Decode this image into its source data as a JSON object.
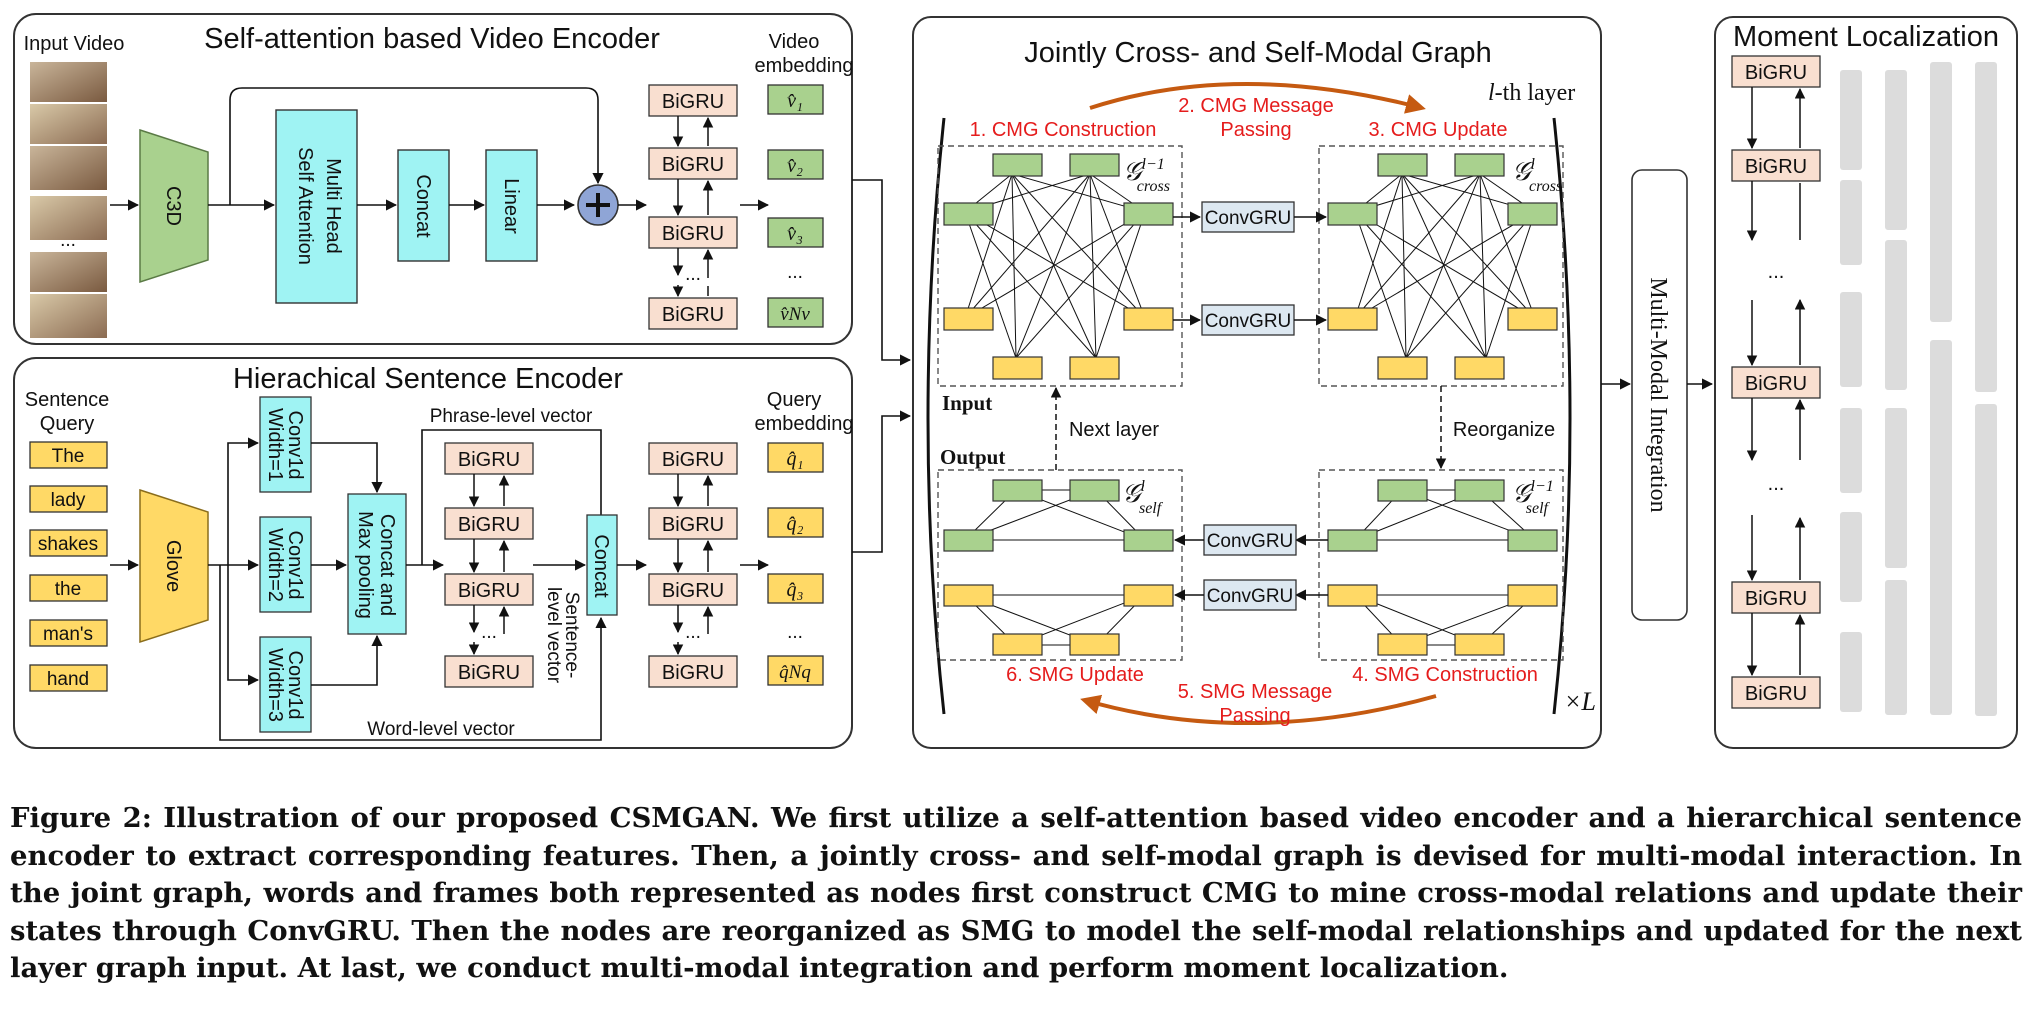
{
  "video_encoder": {
    "title": "Self-attention based Video Encoder",
    "input_label": "Input Video",
    "c3d_label": "C3D",
    "mhsa_label_1": "Multi Head",
    "mhsa_label_2": "Self Attention",
    "concat_label": "Concat",
    "linear_label": "Linear",
    "bigru_label": "BiGRU",
    "ellipsis": "...",
    "embedding_label_1": "Video",
    "embedding_label_2": "embedding",
    "embeddings": [
      "v̂₁",
      "v̂₂",
      "v̂₃",
      "...",
      "v̂Nv"
    ]
  },
  "sentence_encoder": {
    "title": "Hierachical Sentence Encoder",
    "query_label_1": "Sentence",
    "query_label_2": "Query",
    "words": [
      "The",
      "lady",
      "shakes",
      "the",
      "man's",
      "hand"
    ],
    "glove_label": "Glove",
    "convs": [
      {
        "line1": "Conv1d",
        "line2": "Width=1"
      },
      {
        "line1": "Conv1d",
        "line2": "Width=2"
      },
      {
        "line1": "Conv1d",
        "line2": "Width=3"
      }
    ],
    "concat_maxpool_1": "Concat and",
    "concat_maxpool_2": "Max pooling",
    "phrase_vector_label": "Phrase-level vector",
    "sentence_vector_1": "Sentence-",
    "sentence_vector_2": "level vector",
    "concat_label": "Concat",
    "word_vector_label": "Word-level vector",
    "bigru_label": "BiGRU",
    "ellipsis": "...",
    "embedding_label_1": "Query",
    "embedding_label_2": "embedding",
    "embeddings": [
      "q̂₁",
      "q̂₂",
      "q̂₃",
      "...",
      "q̂Nq"
    ]
  },
  "graph": {
    "title": "Jointly Cross- and Self-Modal Graph",
    "layer_label_l": "l",
    "layer_label_rest": "-th layer",
    "step1": "1. CMG Construction",
    "step2_1": "2. CMG Message",
    "step2_2": "Passing",
    "step3": "3. CMG Update",
    "step4": "4. SMG Construction",
    "step5_1": "5. SMG Message",
    "step5_2": "Passing",
    "step6": "6. SMG Update",
    "convgru_label": "ConvGRU",
    "input_label": "Input",
    "output_label": "Output",
    "next_layer_label": "Next layer",
    "reorganize_label": "Reorganize",
    "repeat_label": "×L",
    "g_cross_prev_sup": "l−1",
    "g_cross_sup": "l",
    "g_self_prev_sup": "l−1",
    "g_self_sup": "l",
    "g_symbol": "𝒢",
    "g_cross_sub": "cross",
    "g_self_sub": "self"
  },
  "integration": {
    "label": "Multi-Modal Integration"
  },
  "localization": {
    "title": "Moment Localization",
    "bigru_label": "BiGRU",
    "ellipsis": "..."
  },
  "caption": "Figure 2: Illustration of our proposed CSMGAN. We first utilize a self-attention based video encoder and a hierarchical sentence encoder to extract corresponding features. Then, a jointly cross- and self-modal graph is devised for multi-modal interaction. In the joint graph, words and frames both represented as nodes first construct CMG to mine cross-modal relations and update their states through ConvGRU. Then the nodes are reorganized as SMG to model the self-modal relationships and updated for the next layer graph input. At last, we conduct multi-modal integration and perform moment localization.",
  "colors": {
    "green": "#a9d18e",
    "yellow": "#ffd966",
    "cyan": "#9ff3f3",
    "peach": "#f9dfd0",
    "convgru_fill": "#dde8f1",
    "red": "#e51c1c",
    "orange": "#c55a11",
    "gray_bar": "#dcdcdc",
    "plus_fill": "#8fa5d6"
  }
}
